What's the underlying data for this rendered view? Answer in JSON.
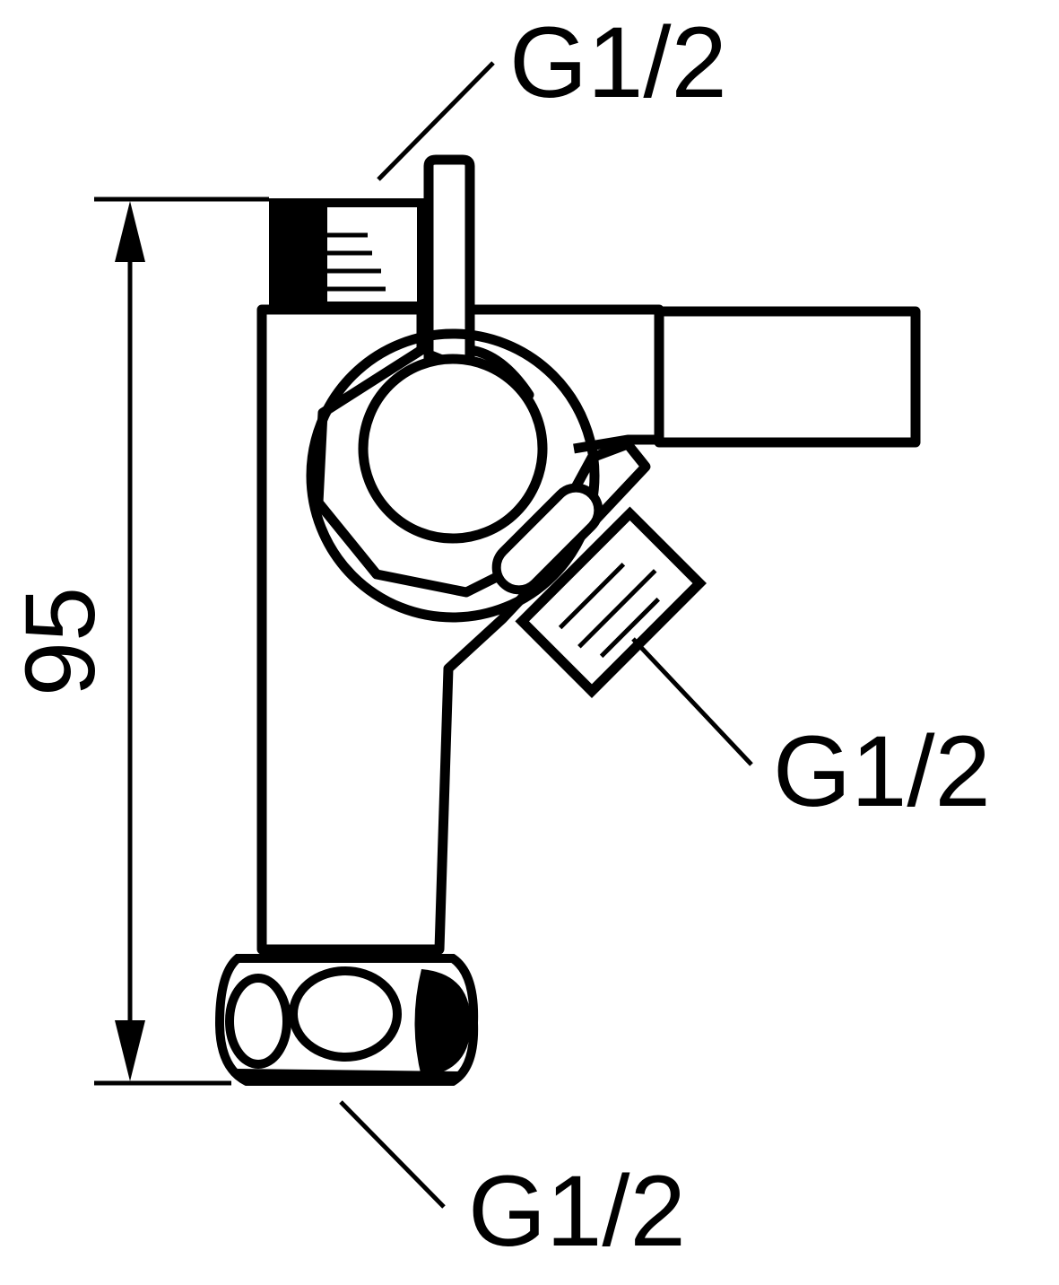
{
  "drawing": {
    "dimension": {
      "value": "95"
    },
    "callouts": [
      {
        "id": "top",
        "text": "G1/2"
      },
      {
        "id": "right",
        "text": "G1/2"
      },
      {
        "id": "bottom",
        "text": "G1/2"
      }
    ]
  }
}
